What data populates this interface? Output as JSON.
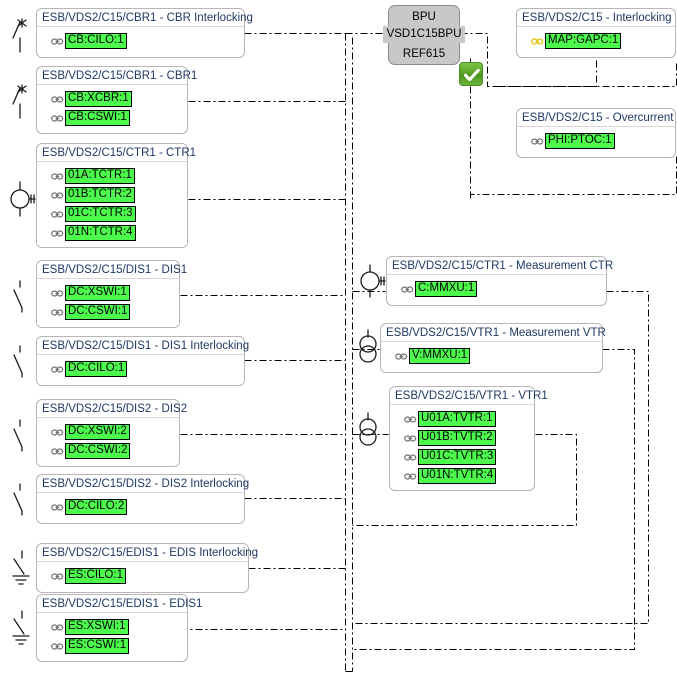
{
  "diagram": {
    "title": "ESB/VDS2/C15 signal mapping",
    "colors": {
      "ln_fill": "#4dfb4d",
      "ied_fill": "#c8c8c8",
      "group_border": "#b6b6b6",
      "title_text": "#1f3864",
      "status_ok": "#59a329",
      "link_icon": "#7a7a7a",
      "link_icon_mapped": "#e8c200",
      "wire": "#000000"
    },
    "ied": {
      "name": "BPU",
      "designation": "VSD1C15BPU",
      "device_type": "REF615",
      "status_icon": "check-ok-icon"
    },
    "groups": [
      {
        "id": "cbr1-interlocking",
        "title": "ESB/VDS2/C15/CBR1 - CBR Interlocking",
        "symbol": "circuit-breaker-symbol",
        "nodes": [
          {
            "label": "CB:CILO:1",
            "icon": "chain-link-icon"
          }
        ]
      },
      {
        "id": "cbr1",
        "title": "ESB/VDS2/C15/CBR1 - CBR1",
        "symbol": "circuit-breaker-symbol",
        "nodes": [
          {
            "label": "CB:XCBR:1",
            "icon": "chain-link-icon"
          },
          {
            "label": "CB:CSWI:1",
            "icon": "chain-link-icon"
          }
        ]
      },
      {
        "id": "ctr1",
        "title": "ESB/VDS2/C15/CTR1 - CTR1",
        "symbol": "current-transformer-symbol",
        "nodes": [
          {
            "label": "01A:TCTR:1",
            "icon": "chain-link-icon"
          },
          {
            "label": "01B:TCTR:2",
            "icon": "chain-link-icon"
          },
          {
            "label": "01C:TCTR:3",
            "icon": "chain-link-icon"
          },
          {
            "label": "01N:TCTR:4",
            "icon": "chain-link-icon"
          }
        ]
      },
      {
        "id": "dis1",
        "title": "ESB/VDS2/C15/DIS1 - DIS1",
        "symbol": "disconnector-symbol",
        "nodes": [
          {
            "label": "DC:XSWI:1",
            "icon": "chain-link-icon"
          },
          {
            "label": "DC:CSWI:1",
            "icon": "chain-link-icon"
          }
        ]
      },
      {
        "id": "dis1-interlocking",
        "title": "ESB/VDS2/C15/DIS1 - DIS1 Interlocking",
        "symbol": "disconnector-symbol",
        "nodes": [
          {
            "label": "DC:CILO:1",
            "icon": "chain-link-icon"
          }
        ]
      },
      {
        "id": "dis2",
        "title": "ESB/VDS2/C15/DIS2 - DIS2",
        "symbol": "disconnector-symbol",
        "nodes": [
          {
            "label": "DC:XSWI:2",
            "icon": "chain-link-icon"
          },
          {
            "label": "DC:CSWI:2",
            "icon": "chain-link-icon"
          }
        ]
      },
      {
        "id": "dis2-interlocking",
        "title": "ESB/VDS2/C15/DIS2 - DIS2 Interlocking",
        "symbol": "disconnector-symbol",
        "nodes": [
          {
            "label": "DC:CILO:2",
            "icon": "chain-link-icon"
          }
        ]
      },
      {
        "id": "edis1-interlocking",
        "title": "ESB/VDS2/C15/EDIS1 - EDIS Interlocking",
        "symbol": "earth-switch-symbol",
        "nodes": [
          {
            "label": "ES:CILO:1",
            "icon": "chain-link-icon"
          }
        ]
      },
      {
        "id": "edis1",
        "title": "ESB/VDS2/C15/EDIS1 - EDIS1",
        "symbol": "earth-switch-symbol",
        "nodes": [
          {
            "label": "ES:XSWI:1",
            "icon": "chain-link-icon"
          },
          {
            "label": "ES:CSWI:1",
            "icon": "chain-link-icon"
          }
        ]
      },
      {
        "id": "interlocking",
        "title": "ESB/VDS2/C15 - Interlocking",
        "symbol": null,
        "nodes": [
          {
            "label": "MAP:GAPC:1",
            "icon": "chain-link-icon-mapped"
          }
        ]
      },
      {
        "id": "overcurrent",
        "title": "ESB/VDS2/C15 - Overcurrent",
        "symbol": null,
        "nodes": [
          {
            "label": "PHI:PTOC:1",
            "icon": "chain-link-icon"
          }
        ]
      },
      {
        "id": "ctr1-measurement",
        "title": "ESB/VDS2/C15/CTR1 - Measurement CTR",
        "symbol": "current-transformer-symbol",
        "nodes": [
          {
            "label": "C:MMXU:1",
            "icon": "chain-link-icon"
          }
        ]
      },
      {
        "id": "vtr1-measurement",
        "title": "ESB/VDS2/C15/VTR1 - Measurement VTR",
        "symbol": "voltage-transformer-symbol",
        "nodes": [
          {
            "label": "V:MMXU:1",
            "icon": "chain-link-icon"
          }
        ]
      },
      {
        "id": "vtr1",
        "title": "ESB/VDS2/C15/VTR1 - VTR1",
        "symbol": "voltage-transformer-symbol",
        "nodes": [
          {
            "label": "U01A:TVTR:1",
            "icon": "chain-link-icon"
          },
          {
            "label": "U01B:TVTR:2",
            "icon": "chain-link-icon"
          },
          {
            "label": "U01C:TVTR:3",
            "icon": "chain-link-icon"
          },
          {
            "label": "U01N:TVTR:4",
            "icon": "chain-link-icon"
          }
        ]
      }
    ]
  }
}
